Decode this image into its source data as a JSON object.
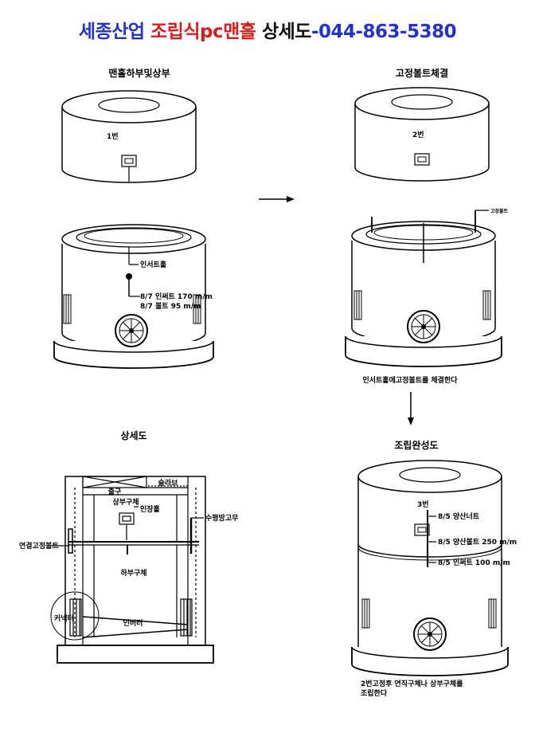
{
  "header": {
    "company": "세종산업",
    "product": "조립식pc맨홀",
    "doc": "상세도",
    "phone": "-044-863-5380"
  },
  "sections": {
    "top_left": "맨홀하부및상부",
    "top_right": "고정볼트체결",
    "bottom_left": "상세도",
    "bottom_right": "조립완성도"
  },
  "labels": {
    "part1": "1번",
    "part2": "2번",
    "part3": "3번",
    "insert_hole": "인서트홀",
    "insert_spec": "8/7 인써트 170",
    "bolt_spec": "8/7 볼트 95",
    "unit": "m/m",
    "fix_bolt": "고정볼트",
    "step_text": "인서트홀에고정볼트를 체결한다",
    "opening": "출구",
    "slab": "슬라브",
    "upper_body": "상부구체",
    "lift_hole": "인장홀",
    "waterproof": "수평방고무",
    "connect_bolt": "연결고정볼트",
    "lower_body": "하부구체",
    "inverter": "인버터",
    "connector": "커넥터",
    "nut_spec": "8/5 양산너트",
    "bolt250_spec": "8/5 양산볼트 250",
    "insert100_spec": "8/5 인써트 100",
    "final_note_1": "2번고정후 연직구체나 상부구체를",
    "final_note_2": "조립한다"
  }
}
